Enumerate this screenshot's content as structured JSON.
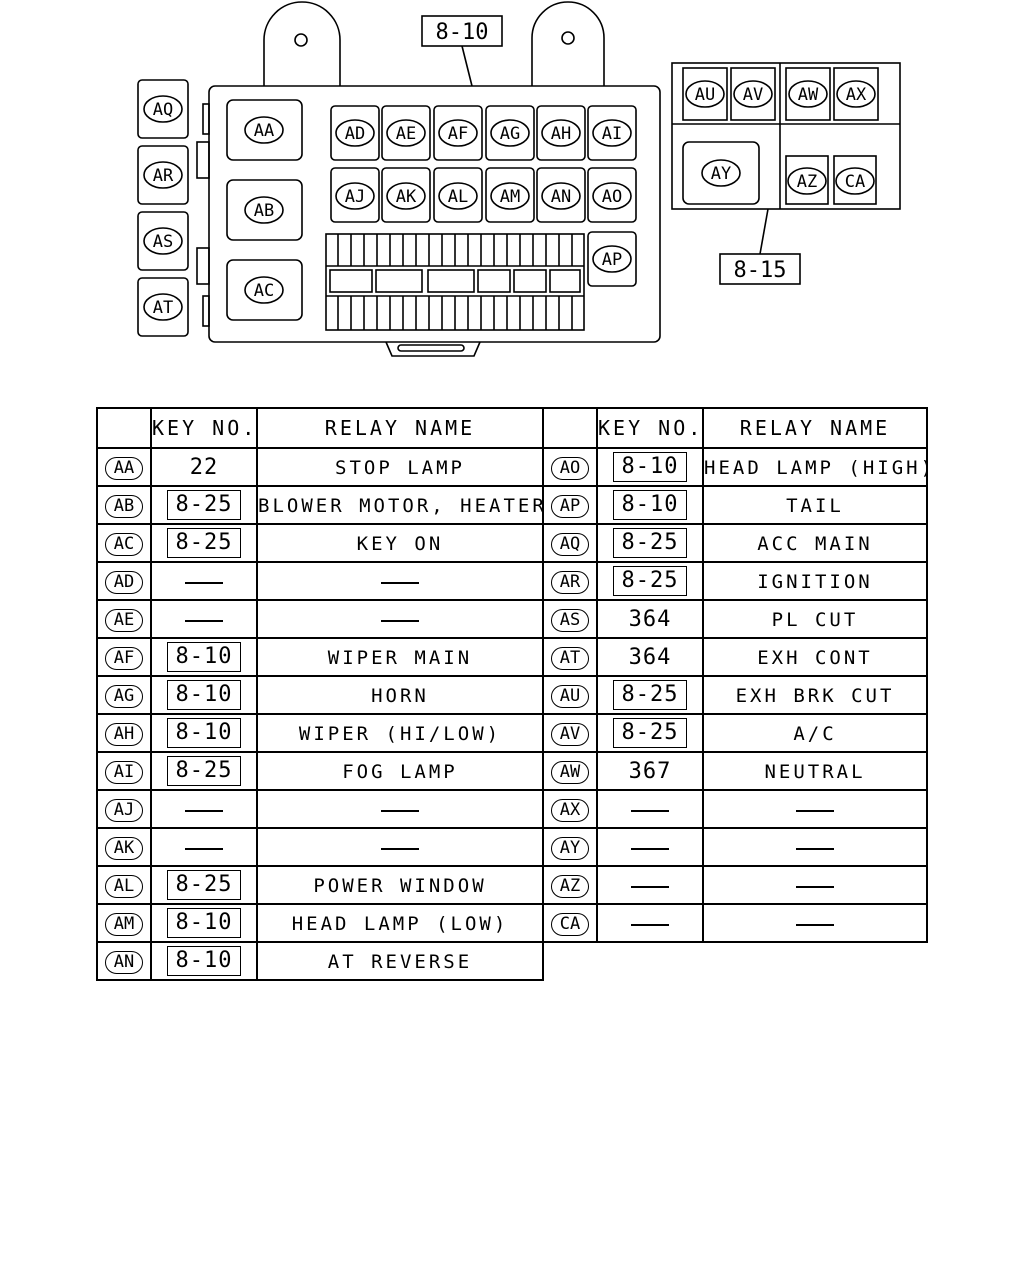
{
  "diagram": {
    "callouts": {
      "main_box_ref": "8-10",
      "sub_box_ref": "8-15"
    },
    "relay_codes": {
      "main_large": [
        "AA",
        "AB",
        "AC"
      ],
      "main_row1": [
        "AD",
        "AE",
        "AF",
        "AG",
        "AH",
        "AI"
      ],
      "main_row2": [
        "AJ",
        "AK",
        "AL",
        "AM",
        "AN",
        "AO"
      ],
      "main_side": [
        "AP"
      ],
      "left_column": [
        "AQ",
        "AR",
        "AS",
        "AT"
      ],
      "sub_top": [
        "AU",
        "AV",
        "AW",
        "AX"
      ],
      "sub_large": [
        "AY"
      ],
      "sub_bottom": [
        "AZ",
        "CA"
      ]
    }
  },
  "table": {
    "headers": {
      "key_no": "KEY NO.",
      "relay_name": "RELAY NAME"
    },
    "left_rows": [
      {
        "code": "AA",
        "key": "22",
        "key_boxed": false,
        "name": "STOP LAMP"
      },
      {
        "code": "AB",
        "key": "8-25",
        "key_boxed": true,
        "name": "BLOWER MOTOR, HEATER"
      },
      {
        "code": "AC",
        "key": "8-25",
        "key_boxed": true,
        "name": "KEY ON"
      },
      {
        "code": "AD",
        "key": "—",
        "key_boxed": false,
        "name": "—"
      },
      {
        "code": "AE",
        "key": "—",
        "key_boxed": false,
        "name": "—"
      },
      {
        "code": "AF",
        "key": "8-10",
        "key_boxed": true,
        "name": "WIPER MAIN"
      },
      {
        "code": "AG",
        "key": "8-10",
        "key_boxed": true,
        "name": "HORN"
      },
      {
        "code": "AH",
        "key": "8-10",
        "key_boxed": true,
        "name": "WIPER (HI/LOW)"
      },
      {
        "code": "AI",
        "key": "8-25",
        "key_boxed": true,
        "name": "FOG LAMP"
      },
      {
        "code": "AJ",
        "key": "—",
        "key_boxed": false,
        "name": "—"
      },
      {
        "code": "AK",
        "key": "—",
        "key_boxed": false,
        "name": "—"
      },
      {
        "code": "AL",
        "key": "8-25",
        "key_boxed": true,
        "name": "POWER WINDOW"
      },
      {
        "code": "AM",
        "key": "8-10",
        "key_boxed": true,
        "name": "HEAD LAMP (LOW)"
      },
      {
        "code": "AN",
        "key": "8-10",
        "key_boxed": true,
        "name": "AT REVERSE"
      }
    ],
    "right_rows": [
      {
        "code": "AO",
        "key": "8-10",
        "key_boxed": true,
        "name": "HEAD LAMP (HIGH)"
      },
      {
        "code": "AP",
        "key": "8-10",
        "key_boxed": true,
        "name": "TAIL"
      },
      {
        "code": "AQ",
        "key": "8-25",
        "key_boxed": true,
        "name": "ACC MAIN"
      },
      {
        "code": "AR",
        "key": "8-25",
        "key_boxed": true,
        "name": "IGNITION"
      },
      {
        "code": "AS",
        "key": "364",
        "key_boxed": false,
        "name": "PL CUT"
      },
      {
        "code": "AT",
        "key": "364",
        "key_boxed": false,
        "name": "EXH CONT"
      },
      {
        "code": "AU",
        "key": "8-25",
        "key_boxed": true,
        "name": "EXH BRK CUT"
      },
      {
        "code": "AV",
        "key": "8-25",
        "key_boxed": true,
        "name": "A/C"
      },
      {
        "code": "AW",
        "key": "367",
        "key_boxed": false,
        "name": "NEUTRAL"
      },
      {
        "code": "AX",
        "key": "—",
        "key_boxed": false,
        "name": "—"
      },
      {
        "code": "AY",
        "key": "—",
        "key_boxed": false,
        "name": "—"
      },
      {
        "code": "AZ",
        "key": "—",
        "key_boxed": false,
        "name": "—"
      },
      {
        "code": "CA",
        "key": "—",
        "key_boxed": false,
        "name": "—"
      }
    ]
  }
}
